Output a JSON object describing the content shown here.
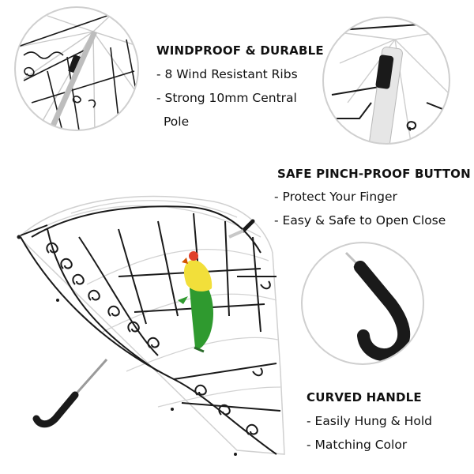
{
  "features": [
    {
      "heading": "WINDPROOF & DURABLE",
      "bullets": [
        "- 8 Wind Resistant Ribs",
        "- Strong 10mm Central"
      ],
      "continuation": "Pole"
    },
    {
      "heading": "SAFE PINCH-PROOF BUTTON",
      "bullets": [
        "- Protect Your Finger",
        "- Easy & Safe to Open Close"
      ]
    },
    {
      "heading": "CURVED HANDLE",
      "bullets": [
        "- Easily Hung & Hold",
        "- Matching Color"
      ]
    }
  ],
  "colors": {
    "frame": "#1a1a1a",
    "circle_border": "#cfcfcf",
    "canopy_line": "#d2d2d2",
    "parrot_body": "#2f9a2f",
    "parrot_head": "#f2df3a",
    "parrot_cheek": "#e0402a"
  }
}
